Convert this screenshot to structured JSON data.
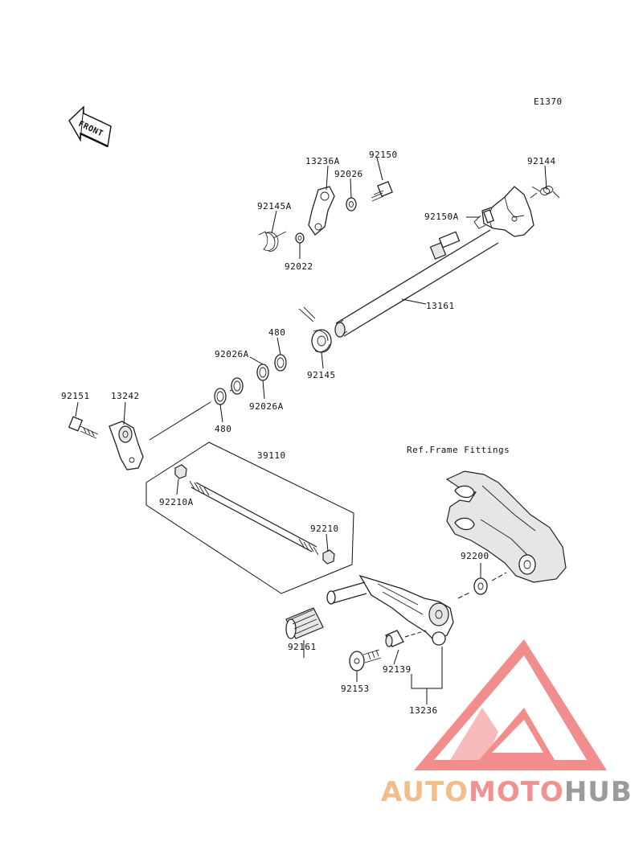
{
  "diagram_code": "E1370",
  "direction_label": "FRONT",
  "section_label": "Ref.Frame Fittings",
  "callouts": {
    "p13236A": "13236A",
    "p92150": "92150",
    "p92026": "92026",
    "p92144": "92144",
    "p92145A": "92145A",
    "p92150A": "92150A",
    "p92022": "92022",
    "p13161": "13161",
    "p480a": "480",
    "p92026Aa": "92026A",
    "p92145": "92145",
    "p92026Ab": "92026A",
    "p92151": "92151",
    "p13242": "13242",
    "p480b": "480",
    "p39110": "39110",
    "p92210A": "92210A",
    "p92210": "92210",
    "p92200": "92200",
    "p92161": "92161",
    "p92139": "92139",
    "p92153": "92153",
    "p13236": "13236"
  },
  "watermark": {
    "part1": "AUTO",
    "part2": "MOTO",
    "part3": "HUB",
    "colors": {
      "auto": "#f2b277",
      "moto": "#ee8080",
      "hub": "#8a8a8a",
      "triangle": "#f07a7a"
    }
  }
}
